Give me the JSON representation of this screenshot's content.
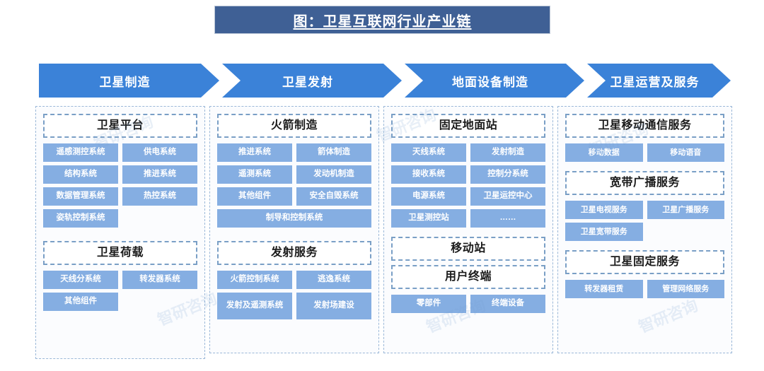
{
  "title": {
    "text": "图：卫星互联网行业产业链",
    "banner_color": "#3f6095",
    "text_color": "#ffffff"
  },
  "colors": {
    "chevron": "#3b82d8",
    "item_box": "#85aee2",
    "panel_border": "#9bb8d8",
    "group_border": "#7a9fc6"
  },
  "chevrons": [
    {
      "label": "卫星制造"
    },
    {
      "label": "卫星发射"
    },
    {
      "label": "地面设备制造"
    },
    {
      "label": "卫星运营及服务"
    }
  ],
  "columns": [
    {
      "name": "卫星制造",
      "groups": [
        {
          "header": "卫星平台",
          "items": [
            "遥感测控系统",
            "供电系统",
            "结构系统",
            "推进系统",
            "数据管理系统",
            "热控系统",
            "姿轨控制系统"
          ]
        },
        {
          "header": "卫星荷载",
          "items": [
            "天线分系统",
            "转发器系统",
            "其他组件"
          ]
        }
      ]
    },
    {
      "name": "卫星发射",
      "groups": [
        {
          "header": "火箭制造",
          "items": [
            "推进系统",
            "箭体制造",
            "遥测系统",
            "发动机制造",
            "其他组件",
            "安全自毁系统",
            "制导和控制系统"
          ]
        },
        {
          "header": "发射服务",
          "items": [
            "火箭控制系统",
            "逃逸系统",
            "发射及遥测系统",
            "发射场建设"
          ]
        }
      ]
    },
    {
      "name": "地面设备制造",
      "groups": [
        {
          "header": "固定地面站",
          "items": [
            "天线系统",
            "发射制造",
            "接收系统",
            "控制分系统",
            "电源系统",
            "卫星运控中心",
            "卫星测控站",
            "……"
          ]
        },
        {
          "header": "移动站",
          "items": []
        },
        {
          "header": "用户终端",
          "items": [
            "零部件",
            "终端设备"
          ]
        }
      ]
    },
    {
      "name": "卫星运营及服务",
      "groups": [
        {
          "header": "卫星移动通信服务",
          "items": [
            "移动数据",
            "移动语音"
          ]
        },
        {
          "header": "宽带广播服务",
          "items": [
            "卫星电视服务",
            "卫星广播服务",
            "卫星宽带服务"
          ]
        },
        {
          "header": "卫星固定服务",
          "items": [
            "转发器租赁",
            "管理网络服务"
          ]
        }
      ]
    }
  ],
  "watermarks": [
    "智研咨询",
    "智研咨询",
    "智研咨询",
    "智研咨询",
    "智研咨询",
    "智研咨询"
  ]
}
